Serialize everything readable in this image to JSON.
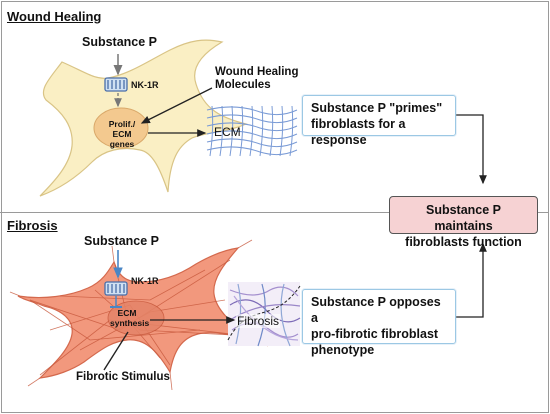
{
  "wound_healing": {
    "section_title": "Wound Healing",
    "substance_label": "Substance P",
    "receptor_label": "NK-1R",
    "molecules_label": "Wound Healing\nMolecules",
    "nucleus_label": "Prolif./\nECM genes",
    "ecm_label": "ECM",
    "callout_text": "Substance P \"primes\"\nfibroblasts for a response"
  },
  "fibrosis": {
    "section_title": "Fibrosis",
    "substance_label": "Substance P",
    "receptor_label": "NK-1R",
    "synthesis_label": "ECM\nsynthesis",
    "fibrosis_label": "Fibrosis",
    "stimulus_label": "Fibrotic Stimulus",
    "callout_text": "Substance P opposes a\npro-fibrotic fibroblast\nphenotype"
  },
  "conclusion": {
    "text": "Substance P maintains\nfibroblasts function"
  },
  "colors": {
    "healthy_cell_fill": "#faefc4",
    "healthy_cell_stroke": "#d9c486",
    "nucleus_fill": "#f3c98f",
    "fibrotic_cell_fill": "#f2987d",
    "fibrotic_cell_stroke": "#d4694d",
    "conclusion_fill": "#f6d2d3",
    "callout_border": "#9cc8e4",
    "arrow_blue": "#4a86c5",
    "mesh_color": "#7a9bd6"
  }
}
